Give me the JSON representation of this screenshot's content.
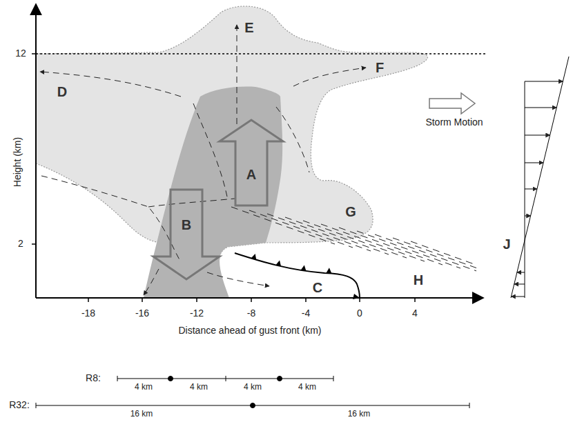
{
  "diagram": {
    "labels": [
      "E",
      "12",
      "D",
      "F",
      "Storm Motion",
      "A",
      "Height (km)",
      "G",
      "B",
      "2",
      "J",
      "C",
      "H",
      "-18",
      "-16",
      "-12",
      "-8",
      "-4",
      "0",
      "4",
      "Distance ahead of gust front (km)",
      "R8:",
      "4 km",
      "4 km",
      "4 km",
      "4 km",
      "R32:",
      "16 km",
      "16 km"
    ]
  }
}
